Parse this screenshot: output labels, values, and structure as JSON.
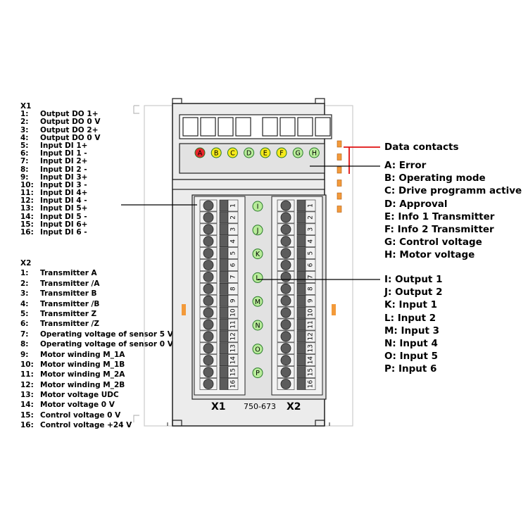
{
  "x1": {
    "title": "X1",
    "items": [
      {
        "num": "1:",
        "label": "Output DO 1+"
      },
      {
        "num": "2:",
        "label": "Output DO 0 V"
      },
      {
        "num": "3:",
        "label": "Output DO 2+"
      },
      {
        "num": "4:",
        "label": "Output DO 0 V"
      },
      {
        "num": "5:",
        "label": "Input DI 1+"
      },
      {
        "num": "6:",
        "label": "Input DI 1 -"
      },
      {
        "num": "7:",
        "label": "Input DI 2+"
      },
      {
        "num": "8:",
        "label": "Input DI 2 -"
      },
      {
        "num": "9:",
        "label": "Input DI 3+"
      },
      {
        "num": "10:",
        "label": "Input DI 3 -"
      },
      {
        "num": "11:",
        "label": "Input DI 4+"
      },
      {
        "num": "12:",
        "label": "Input DI 4 -"
      },
      {
        "num": "13:",
        "label": "Input DI 5+"
      },
      {
        "num": "14:",
        "label": "Input DI 5 -"
      },
      {
        "num": "15:",
        "label": "Input DI 6+"
      },
      {
        "num": "16:",
        "label": "Input DI 6 -"
      }
    ]
  },
  "x2": {
    "title": "X2",
    "items": [
      {
        "num": "1:",
        "label": "Transmitter A"
      },
      {
        "num": "2:",
        "label": "Transmitter /A"
      },
      {
        "num": "3:",
        "label": "Transmitter B"
      },
      {
        "num": "4:",
        "label": "Transmitter /B"
      },
      {
        "num": "5:",
        "label": "Transmitter Z"
      },
      {
        "num": "6:",
        "label": "Transmitter /Z"
      },
      {
        "num": "7:",
        "label": "Operating voltage of sensor 5 V"
      },
      {
        "num": "8:",
        "label": "Operating voltage of sensor 0 V"
      },
      {
        "num": "9:",
        "label": "Motor winding M_1A"
      },
      {
        "num": "10:",
        "label": "Motor winding M_1B"
      },
      {
        "num": "11:",
        "label": "Motor winding M_2A"
      },
      {
        "num": "12:",
        "label": "Motor winding M_2B"
      },
      {
        "num": "13:",
        "label": "Motor voltage UDC"
      },
      {
        "num": "14:",
        "label": "Motor voltage 0 V"
      },
      {
        "num": "15:",
        "label": "Control voltage 0 V"
      },
      {
        "num": "16:",
        "label": "Control voltage +24 V"
      }
    ]
  },
  "data_contacts_label": "Data contacts",
  "status_leds": [
    {
      "letter": "A",
      "color": "#e8262b",
      "label": "A: Error"
    },
    {
      "letter": "B",
      "color": "#f6ea1c",
      "label": "B: Operating mode"
    },
    {
      "letter": "C",
      "color": "#f6ea1c",
      "label": "C: Drive programm active"
    },
    {
      "letter": "D",
      "color": "#b8ec9a",
      "label": "D: Approval"
    },
    {
      "letter": "E",
      "color": "#f6ea1c",
      "label": "E: Info 1 Transmitter"
    },
    {
      "letter": "F",
      "color": "#f6ea1c",
      "label": "F: Info 2 Transmitter"
    },
    {
      "letter": "G",
      "color": "#b8ec9a",
      "label": "G: Control voltage"
    },
    {
      "letter": "H",
      "color": "#b8ec9a",
      "label": "H: Motor voltage"
    }
  ],
  "io_leds": [
    {
      "letter": "I",
      "color": "#b8ec9a",
      "label": "I:  Output 1"
    },
    {
      "letter": "J",
      "color": "#b8ec9a",
      "label": "J:  Output 2"
    },
    {
      "letter": "K",
      "color": "#b8ec9a",
      "label": "K: Input 1"
    },
    {
      "letter": "L",
      "color": "#b8ec9a",
      "label": "L:  Input 2"
    },
    {
      "letter": "M",
      "color": "#b8ec9a",
      "label": "M: Input 3"
    },
    {
      "letter": "N",
      "color": "#b8ec9a",
      "label": "N: Input 4"
    },
    {
      "letter": "O",
      "color": "#b8ec9a",
      "label": "O: Input 5"
    },
    {
      "letter": "P",
      "color": "#b8ec9a",
      "label": "P:  Input 6"
    }
  ],
  "terminal_numbers": [
    "1",
    "2",
    "3",
    "4",
    "5",
    "6",
    "7",
    "8",
    "9",
    "10",
    "11",
    "12",
    "13",
    "14",
    "15",
    "16"
  ],
  "module": {
    "x1_label": "X1",
    "x2_label": "X2",
    "part_number": "750-673"
  },
  "colors": {
    "body": "#ececec",
    "panel": "#e2e2e2",
    "terminal": "#5c5c5c",
    "contact_orange": "#f39a3a",
    "data_line": "#e01010"
  }
}
